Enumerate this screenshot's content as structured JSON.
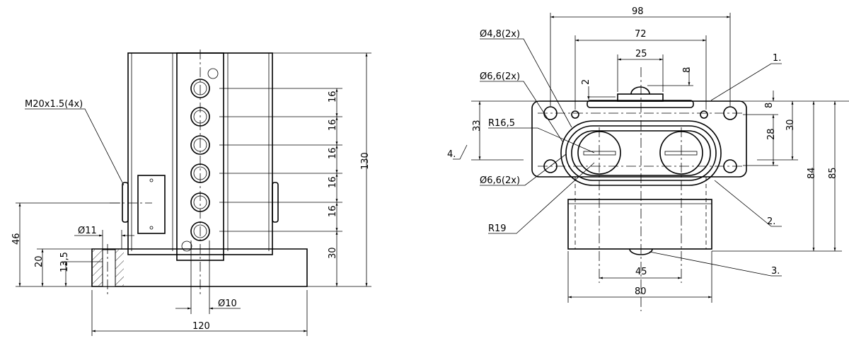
{
  "front_view": {
    "thread_label": "M20x1.5(4x)",
    "dim_height_total": "130",
    "dim_pitch": [
      "16",
      "16",
      "16",
      "16",
      "16"
    ],
    "dim_bottom_offset": "30",
    "dim_46": "46",
    "dim_20": "20",
    "dim_13_5": "13,5",
    "dim_hole_dia": "Ø11",
    "dim_led_dia": "Ø10",
    "dim_width": "120"
  },
  "top_view": {
    "dim_98": "98",
    "dim_72": "72",
    "dim_25": "25",
    "dim_8_top": "8",
    "dim_2": "2",
    "hole_small_label": "Ø4,8(2x)",
    "hole_upper_label": "Ø6,6(2x)",
    "hole_lower_label": "Ø6,6(2x)",
    "radius_inner_label": "R16,5",
    "radius_outer_label": "R19",
    "dim_33": "33",
    "dim_8_side": "8",
    "dim_28": "28",
    "dim_30": "30",
    "dim_84": "84",
    "dim_85": "85",
    "dim_45": "45",
    "dim_80": "80",
    "callouts": [
      "1.",
      "2.",
      "3.",
      "4."
    ]
  }
}
